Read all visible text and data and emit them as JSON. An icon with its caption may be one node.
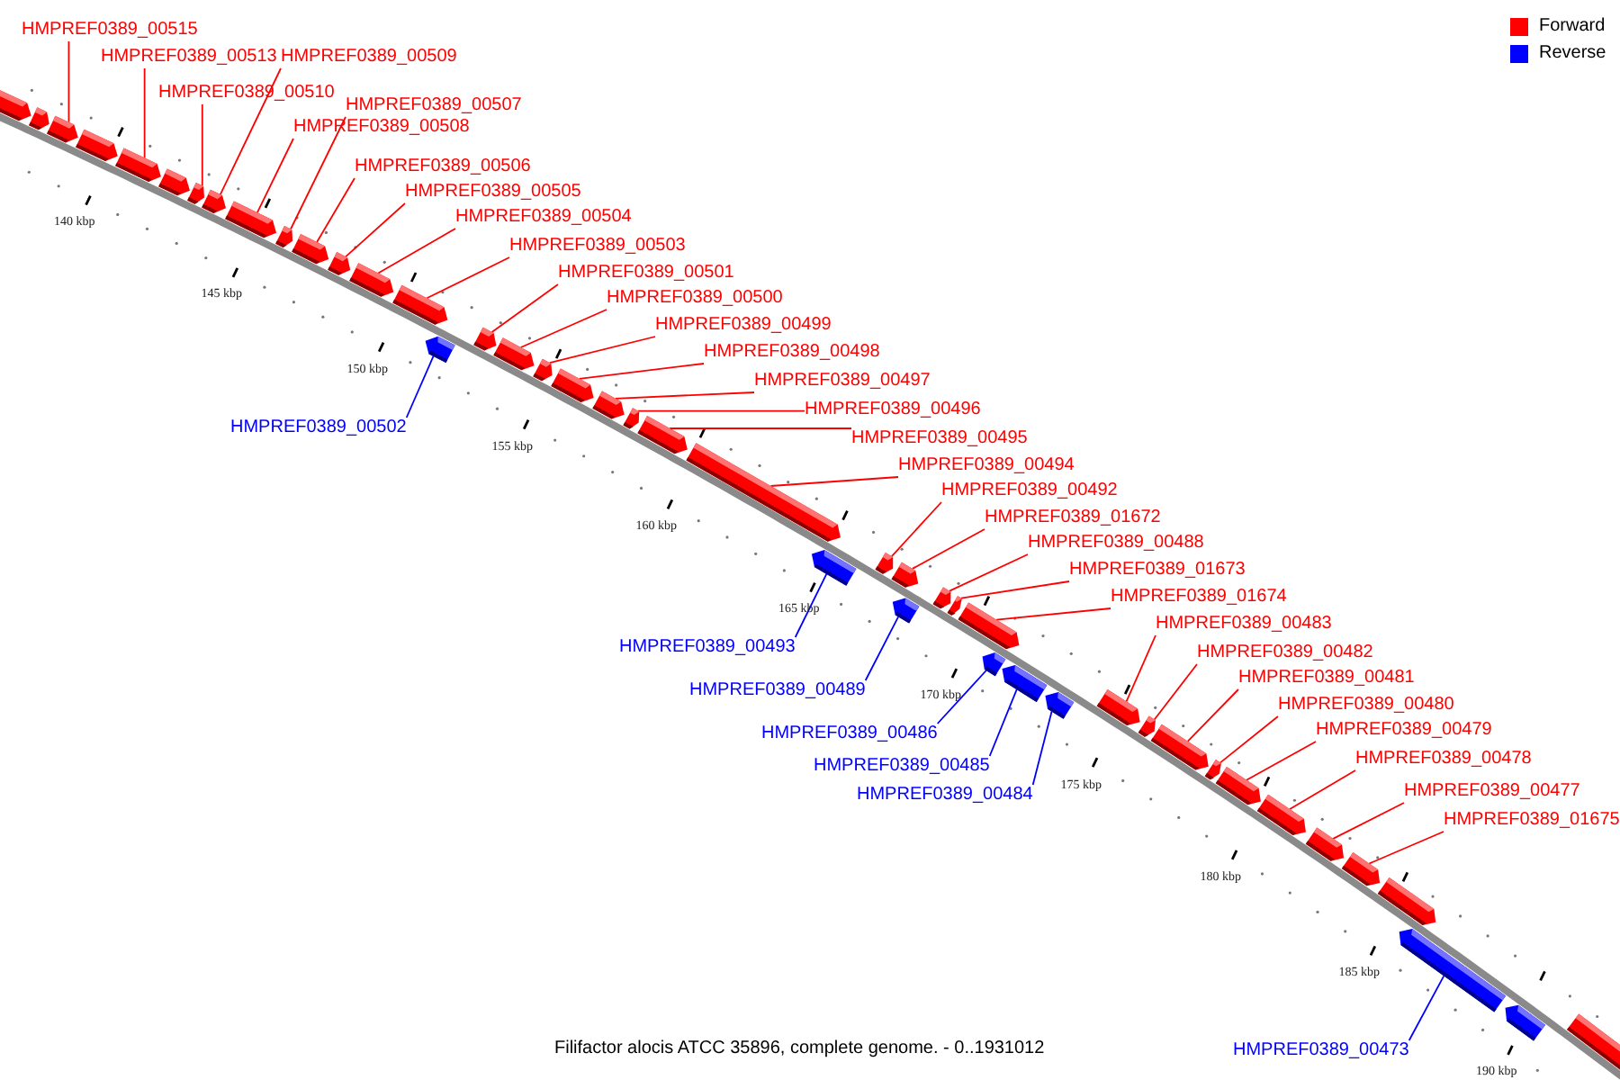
{
  "diagram": {
    "caption": "Filifactor alocis ATCC 35896, complete genome. - 0..1931012",
    "nodes": [
      {
        "text": [],
        "shape": "arrow"
      },
      {
        "text": [],
        "shape": "arrow"
      },
      {
        "text": [],
        "shape": "arrow"
      },
      {
        "text": [],
        "shape": "arrow"
      },
      {
        "text": [],
        "shape": "arrow"
      },
      {
        "text": [],
        "shape": "arrow"
      },
      {
        "text": [],
        "shape": "arrow"
      },
      {
        "text": [],
        "shape": "arrow"
      },
      {
        "text": [],
        "shape": "arrow"
      },
      {
        "text": [],
        "shape": "arrow"
      },
      {
        "text": [],
        "shape": "arrow"
      },
      {
        "text": [],
        "shape": "arrow"
      },
      {
        "text": [],
        "shape": "arrow"
      },
      {
        "text": [],
        "shape": "arrow"
      },
      {
        "text": [],
        "shape": "arrow"
      },
      {
        "text": [],
        "shape": "arrow"
      },
      {
        "text": [],
        "shape": "arrow"
      },
      {
        "text": [],
        "shape": "arrow"
      },
      {
        "text": [],
        "shape": "arrow"
      },
      {
        "text": [],
        "shape": "arrow"
      },
      {
        "text": [],
        "shape": "arrow"
      },
      {
        "text": [],
        "shape": "arrow"
      },
      {
        "text": [],
        "shape": "arrow"
      },
      {
        "text": [],
        "shape": "arrow"
      },
      {
        "text": [],
        "shape": "arrow"
      },
      {
        "text": [],
        "shape": "arrow"
      },
      {
        "text": [],
        "shape": "arrow"
      },
      {
        "text": [],
        "shape": "arrow"
      },
      {
        "text": [],
        "shape": "arrow"
      },
      {
        "text": [],
        "shape": "arrow"
      },
      {
        "text": [],
        "shape": "arrow"
      },
      {
        "text": [],
        "shape": "arrow"
      },
      {
        "text": [],
        "shape": "arrow"
      },
      {
        "text": [],
        "shape": "arrow"
      },
      {
        "text": [],
        "shape": "arrow"
      },
      {
        "text": [],
        "shape": "arrow"
      },
      {
        "text": [],
        "shape": "arrow"
      },
      {
        "text": [],
        "shape": "arrow"
      },
      {
        "text": [],
        "shape": "arrow"
      },
      {
        "text": [],
        "shape": "arrow"
      },
      {
        "text": [],
        "shape": "arrow"
      },
      {
        "text": [],
        "shape": "arrow"
      },
      {
        "text": [],
        "shape": "arrow"
      },
      {
        "text": [],
        "shape": "arrow"
      },
      {
        "text": [],
        "shape": "arrow"
      },
      {
        "text": [
          "HMPREF0389_00515"
        ]
      },
      {
        "text": [
          "HMPREF0389_00513"
        ]
      },
      {
        "text": [
          "HMPREF0389_00509"
        ]
      },
      {
        "text": [
          "HMPREF0389_00510"
        ]
      },
      {
        "text": [
          "HMPREF0389_00507"
        ]
      },
      {
        "text": [
          "HMPREF0389_00508"
        ]
      },
      {
        "text": [
          "HMPREF0389_00506"
        ]
      },
      {
        "text": [
          "HMPREF0389_00505"
        ]
      },
      {
        "text": [
          "HMPREF0389_00504"
        ]
      },
      {
        "text": [
          "HMPREF0389_00503"
        ]
      },
      {
        "text": [
          "HMPREF0389_00501"
        ]
      },
      {
        "text": [
          "HMPREF0389_00500"
        ]
      },
      {
        "text": [
          "HMPREF0389_00499"
        ]
      },
      {
        "text": [
          "HMPREF0389_00498"
        ]
      },
      {
        "text": [
          "HMPREF0389_00497"
        ]
      },
      {
        "text": [
          "HMPREF0389_00496"
        ]
      },
      {
        "text": [
          "HMPREF0389_00495"
        ]
      },
      {
        "text": [
          "HMPREF0389_00494"
        ]
      },
      {
        "text": [
          "HMPREF0389_00492"
        ]
      },
      {
        "text": [
          "HMPREF0389_01672"
        ]
      },
      {
        "text": [
          "HMPREF0389_00488"
        ]
      },
      {
        "text": [
          "HMPREF0389_01673"
        ]
      },
      {
        "text": [
          "HMPREF0389_01674"
        ]
      },
      {
        "text": [
          "HMPREF0389_00483"
        ]
      },
      {
        "text": [
          "HMPREF0389_00482"
        ]
      },
      {
        "text": [
          "HMPREF0389_00481"
        ]
      },
      {
        "text": [
          "HMPREF0389_00480"
        ]
      },
      {
        "text": [
          "HMPREF0389_00479"
        ]
      },
      {
        "text": [
          "HMPREF0389_00478"
        ]
      },
      {
        "text": [
          "HMPREF0389_00477"
        ]
      },
      {
        "text": [
          "HMPREF0389_01675"
        ]
      },
      {
        "text": [
          "HMPREF0389_00502"
        ]
      },
      {
        "text": [
          "HMPREF0389_00493"
        ]
      },
      {
        "text": [
          "HMPREF0389_00489"
        ]
      },
      {
        "text": [
          "HMPREF0389_00486"
        ]
      },
      {
        "text": [
          "HMPREF0389_00485"
        ]
      },
      {
        "text": [
          "HMPREF0389_00484"
        ]
      },
      {
        "text": [
          "HMPREF0389_00473"
        ]
      }
    ],
    "edges": [
      {
        "from": 45,
        "to": 2,
        "arrow": "none"
      },
      {
        "from": 46,
        "to": 4,
        "arrow": "none"
      },
      {
        "from": 47,
        "to": 7,
        "arrow": "none"
      },
      {
        "from": 48,
        "to": 6,
        "arrow": "none"
      },
      {
        "from": 49,
        "to": 9,
        "arrow": "none"
      },
      {
        "from": 50,
        "to": 8,
        "arrow": "none"
      },
      {
        "from": 51,
        "to": 10,
        "arrow": "none"
      },
      {
        "from": 52,
        "to": 11,
        "arrow": "none"
      },
      {
        "from": 53,
        "to": 12,
        "arrow": "none"
      },
      {
        "from": 54,
        "to": 13,
        "arrow": "none"
      },
      {
        "from": 55,
        "to": 15,
        "arrow": "none"
      },
      {
        "from": 56,
        "to": 16,
        "arrow": "none"
      },
      {
        "from": 57,
        "to": 17,
        "arrow": "none"
      },
      {
        "from": 58,
        "to": 18,
        "arrow": "none"
      },
      {
        "from": 59,
        "to": 19,
        "arrow": "none"
      },
      {
        "from": 60,
        "to": 20,
        "arrow": "none"
      },
      {
        "from": 61,
        "to": 21,
        "arrow": "none"
      },
      {
        "from": 62,
        "to": 22,
        "arrow": "none"
      },
      {
        "from": 63,
        "to": 24,
        "arrow": "none"
      },
      {
        "from": 64,
        "to": 25,
        "arrow": "none"
      },
      {
        "from": 65,
        "to": 27,
        "arrow": "none"
      },
      {
        "from": 66,
        "to": 28,
        "arrow": "none"
      },
      {
        "from": 67,
        "to": 29,
        "arrow": "none"
      },
      {
        "from": 68,
        "to": 33,
        "arrow": "none"
      },
      {
        "from": 69,
        "to": 34,
        "arrow": "none"
      },
      {
        "from": 70,
        "to": 35,
        "arrow": "none"
      },
      {
        "from": 71,
        "to": 36,
        "arrow": "none"
      },
      {
        "from": 72,
        "to": 37,
        "arrow": "none"
      },
      {
        "from": 73,
        "to": 38,
        "arrow": "none"
      },
      {
        "from": 74,
        "to": 39,
        "arrow": "none"
      },
      {
        "from": 75,
        "to": 40,
        "arrow": "none"
      },
      {
        "from": 76,
        "to": 14,
        "arrow": "none",
        "color": "#0000ff"
      },
      {
        "from": 77,
        "to": 23,
        "arrow": "none",
        "color": "#0000ff"
      },
      {
        "from": 78,
        "to": 26,
        "arrow": "none",
        "color": "#0000ff"
      },
      {
        "from": 79,
        "to": 30,
        "arrow": "none",
        "color": "#0000ff"
      },
      {
        "from": 80,
        "to": 31,
        "arrow": "none",
        "color": "#0000ff"
      },
      {
        "from": 81,
        "to": 32,
        "arrow": "none",
        "color": "#0000ff"
      },
      {
        "from": 82,
        "to": 42,
        "arrow": "none",
        "color": "#0000ff"
      }
    ],
    "labels": [
      "140 kbp",
      "145 kbp",
      "150 kbp",
      "155 kbp",
      "160 kbp",
      "165 kbp",
      "170 kbp",
      "175 kbp",
      "180 kbp",
      "185 kbp",
      "190 kbp"
    ],
    "legend": [
      {
        "text": "Forward",
        "color": "#ff0000"
      },
      {
        "text": "Reverse",
        "color": "#0000ff"
      }
    ]
  }
}
